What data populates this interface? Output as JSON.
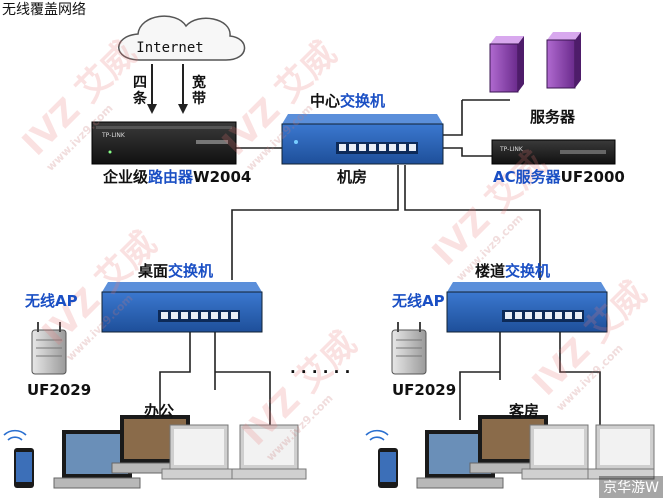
{
  "title": "无线覆盖网络",
  "cloud": {
    "label": "Internet"
  },
  "uplink": {
    "left": "四\n条",
    "right": "宽\n带"
  },
  "router": {
    "name": "企业级",
    "highlight": "路由器",
    "model": "W2004",
    "brand": "TP-LINK"
  },
  "core_switch": {
    "name": "中心",
    "highlight": "交换机",
    "room": "机房"
  },
  "servers": {
    "label": "服务器"
  },
  "ac": {
    "prefix": "AC",
    "highlight": "服务器",
    "model": "UF2000",
    "brand": "TP-LINK"
  },
  "left_switch": {
    "name": "桌面",
    "highlight": "交换机"
  },
  "right_switch": {
    "name": "楼道",
    "highlight": "交换机"
  },
  "left_ap": {
    "label": "无线AP",
    "model": "UF2029"
  },
  "right_ap": {
    "label": "无线AP",
    "model": "UF2029"
  },
  "office": {
    "label": "办公"
  },
  "guest": {
    "label": "客房"
  },
  "ellipsis": "· · · · · ·",
  "watermark": {
    "big": "IVZ 艾威",
    "url": "www.ivz9.com"
  },
  "corner_mark": "京华游W",
  "colors": {
    "accent": "#1a4fc4",
    "switch": "#2b63b8",
    "server": "#7e3aa0"
  }
}
